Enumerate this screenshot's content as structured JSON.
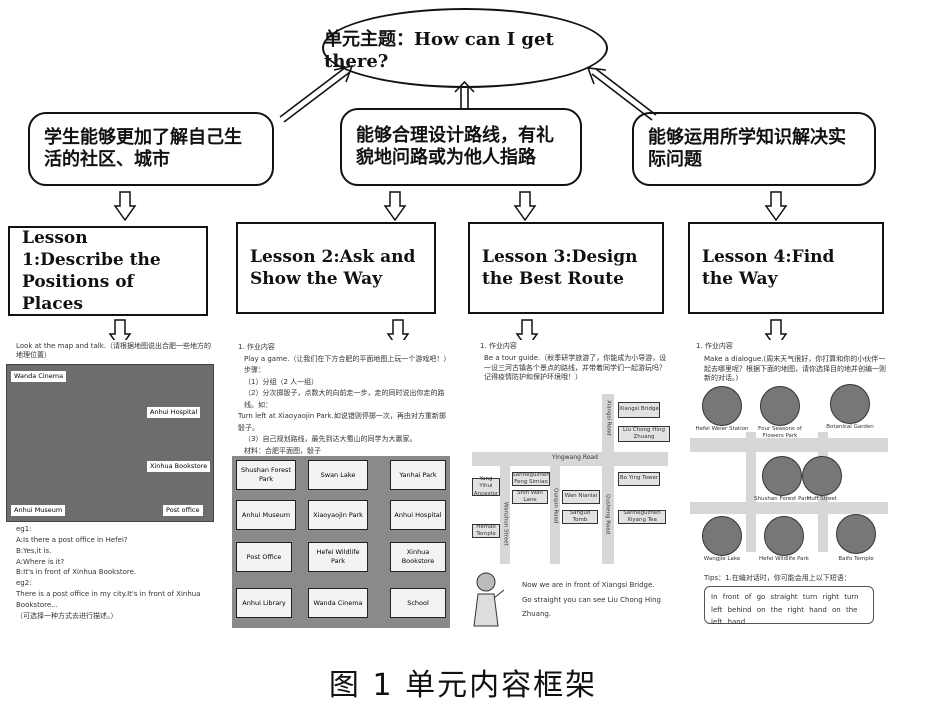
{
  "theme": "单元主题：How can I get there?",
  "goals": [
    "学生能够更加了解自己生活的社区、城市",
    "能够合理设计路线，有礼貌地问路或为他人指路",
    "能够运用所学知识解决实际问题"
  ],
  "lessons": [
    "Lesson 1:Describe the Positions of Places",
    "Lesson 2:Ask and Show the Way",
    "Lesson 3:Design the Best Route",
    "Lesson 4:Find the Way"
  ],
  "panel1": {
    "intro": "Look at the map and talk.（请根据地图说出合肥一些地方的地理位置）",
    "labels": [
      "Wanda Cinema",
      "Anhui Hospital",
      "Xinhua Bookstore",
      "Anhui Museum",
      "Post office"
    ],
    "lines": [
      "eg1:",
      "A:Is there a post office in Hefei?",
      "B:Yes,it is.",
      "A:Where is it?",
      "B:It's in front of Xinhua Bookstore.",
      "eg2:",
      "There is a post office in my city.It's in front of Xinhua Bookstore...",
      "（可选择一种方式去进行描述。）"
    ]
  },
  "panel2": {
    "heading": "1. 作业内容",
    "lines": [
      "Play a game.（让我们在下方合肥的平面地图上玩一个游戏吧！）",
      "步骤：",
      "（1）分组（2 人一组）",
      "（2）分次掷骰子，点数大的向前走一步，走的同时说出你走的路线。如：",
      "Turn left at Xiaoyaojin Park.如说错则停掷一次，再由对方重新掷骰子。",
      "（3）自己规划路线，最先到达大蜀山的同学为大赢家。",
      "材料：合肥平面图，骰子"
    ],
    "cells": [
      "Shushan Forest Park",
      "Swan Lake",
      "Yanhai Park",
      "Anhui Museum",
      "Xiaoyaojin Park",
      "Anhui Hospital",
      "Post Office",
      "Hefei Wildlife Park",
      "Xinhua Bookstore",
      "Anhui Library",
      "Wanda Cinema",
      "School"
    ]
  },
  "panel3": {
    "heading": "1. 作业内容",
    "lines": [
      "Be a tour guide.（秋季研学旅游了，你能成为小导游，设一设三河古镇各个景点的路线，并带着同学们一起游玩吗？记得疫情防护和保护环境哦！）"
    ],
    "roads": [
      "Yingwang Road",
      "Xiangsi Road",
      "Wanshun Street",
      "Qunpin Road",
      "Qusheng Road"
    ],
    "buildings": [
      "Xiangsi Bridge",
      "Liu Chong Hing Zhuang",
      "Sanheguzhen Feng Simiao",
      "Shin Wan Lane",
      "Wan Nianlai",
      "Bo Ying Tower",
      "Sanheguzhen Xiyang Tea",
      "Yang Yihui Ancestor",
      "Hemao Temple",
      "Sanguo Tomb"
    ],
    "tour": [
      "Now we are in front of Xiangsi Bridge.",
      "Go straight you can see Liu Chong Hing Zhuang.",
      "......"
    ]
  },
  "panel4": {
    "heading": "1. 作业内容",
    "lines": [
      "Make a dialogue.(周末天气很好，你打算和你的小伙伴一起去哪里呢？根据下面的地图，请你选择目的地并创编一则新的对话。)"
    ],
    "places": [
      "Hefei Weier Station",
      "Four Seasons of Flowers Park",
      "Botanical Garden",
      "Shushan Forest Park",
      "Huff Street",
      "Wangjie Lake",
      "Hefei Wildlife Park",
      "Baifo Temple"
    ],
    "tips_title": "Tips：1.在编对话时，你可能会用上以下短语：",
    "tips": [
      "In front of",
      "go straight",
      "turn right",
      "turn left",
      "behind",
      "on the right hand",
      "on the left hand"
    ]
  },
  "caption": "图 1   单元内容框架"
}
